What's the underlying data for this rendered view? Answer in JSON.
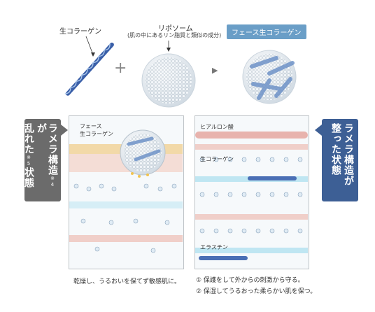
{
  "top": {
    "collagen_label": "生コラーゲン",
    "liposome_label": "リポソーム",
    "liposome_sub": "(肌の中にあるリン脂質と類似の成分)",
    "face_tag": "フェース生コラーゲン",
    "plus": "+",
    "arrow": "▶"
  },
  "left_badge": {
    "line1": "ラメラ構造",
    "note1": "※4",
    "line2": "が",
    "line3": "乱れた",
    "note2": "※5",
    "line4": "状態"
  },
  "right_badge": {
    "line1": "ラメラ構造",
    "line2": "が",
    "line3": "整った状態"
  },
  "left_panel": {
    "callout_line1": "フェース",
    "callout_line2": "生コラーゲン",
    "caption": "乾燥し、うるおいを保てず敏感肌に。"
  },
  "right_panel": {
    "hyaluronic": "ヒアルロン酸",
    "collagen": "生コラーゲン",
    "elastin": "エラスチン",
    "caption1": "① 保護をして外からの刺激から守る。",
    "caption2": "② 保湿してうるおった柔らかい肌を保つ。"
  },
  "colors": {
    "badge_left": "#6b6b6b",
    "badge_right": "#3d5f95",
    "tag": "#6a9ec7",
    "collagen_blue": "#4a6fb5",
    "pink_band": "#e8b3ad",
    "cyan_band": "#bfe6f2"
  }
}
